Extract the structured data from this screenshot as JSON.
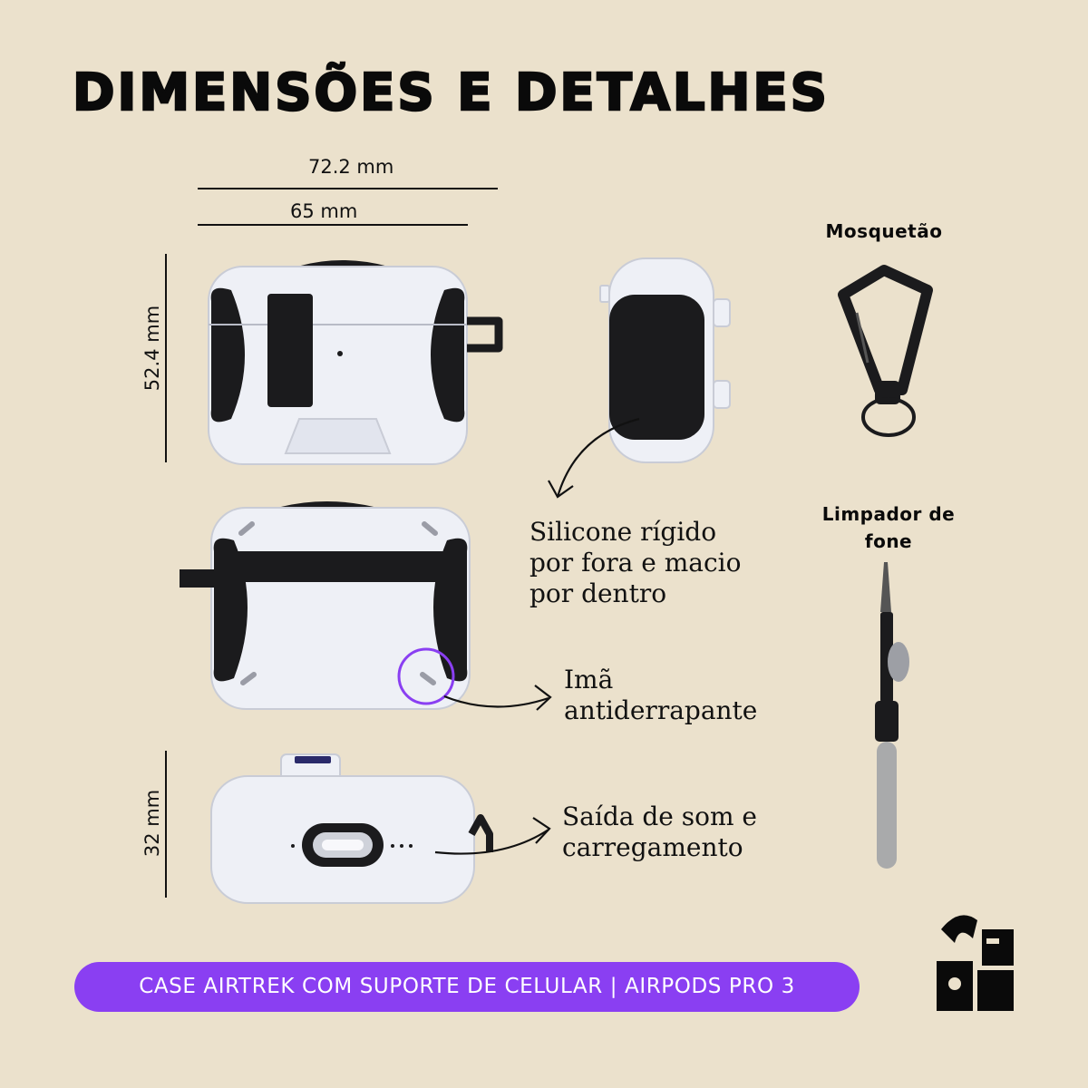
{
  "title": "DIMENSÕES E DETALHES",
  "dimensions": {
    "outer_width": "72.2 mm",
    "inner_width": "65 mm",
    "height": "52.4 mm",
    "depth": "32 mm"
  },
  "accessories": {
    "carabiner_title": "Mosquetão",
    "cleaner_title": "Limpador de fone"
  },
  "callouts": {
    "silicone": "Silicone rígido por fora e macio por dentro",
    "magnet": "Imã antiderrapante",
    "port": "Saída de som e carregamento"
  },
  "footer": "CASE AIRTREK COM SUPORTE DE CELULAR | AIRPODS PRO 3",
  "colors": {
    "background": "#ebe1cc",
    "accent": "#8a3ff2",
    "case_white": "#eef0f6",
    "case_black": "#1b1b1d"
  }
}
